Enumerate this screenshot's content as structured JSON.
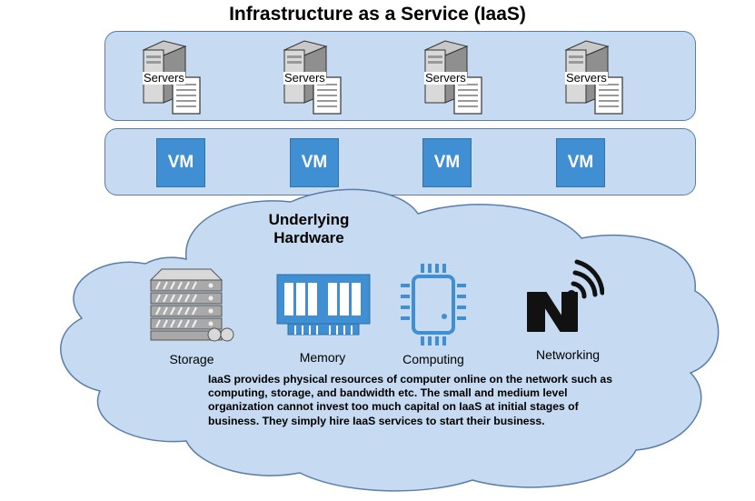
{
  "title": "Infrastructure as a Service (IaaS)",
  "servers": [
    {
      "label": "Servers"
    },
    {
      "label": "Servers"
    },
    {
      "label": "Servers"
    },
    {
      "label": "Servers"
    }
  ],
  "vms": [
    {
      "label": "VM"
    },
    {
      "label": "VM"
    },
    {
      "label": "VM"
    },
    {
      "label": "VM"
    }
  ],
  "hardware": {
    "title": "Underlying Hardware",
    "items": [
      {
        "label": "Storage",
        "icon": "storage-rack-icon"
      },
      {
        "label": "Memory",
        "icon": "memory-module-icon"
      },
      {
        "label": "Computing",
        "icon": "cpu-chip-icon"
      },
      {
        "label": "Networking",
        "icon": "network-signal-icon"
      }
    ]
  },
  "description": "IaaS provides physical resources of computer online on the network such as computing, storage, and bandwidth etc. The small and medium level organization cannot invest too much capital on IaaS at initial stages of business. They simply hire IaaS services to start their business.",
  "colors": {
    "band_fill": "#c6daf1",
    "band_border": "#5a7ea8",
    "vm_fill": "#3f8fd2",
    "cloud_fill": "#c6daf1",
    "icon_blue": "#3f8fd2"
  }
}
